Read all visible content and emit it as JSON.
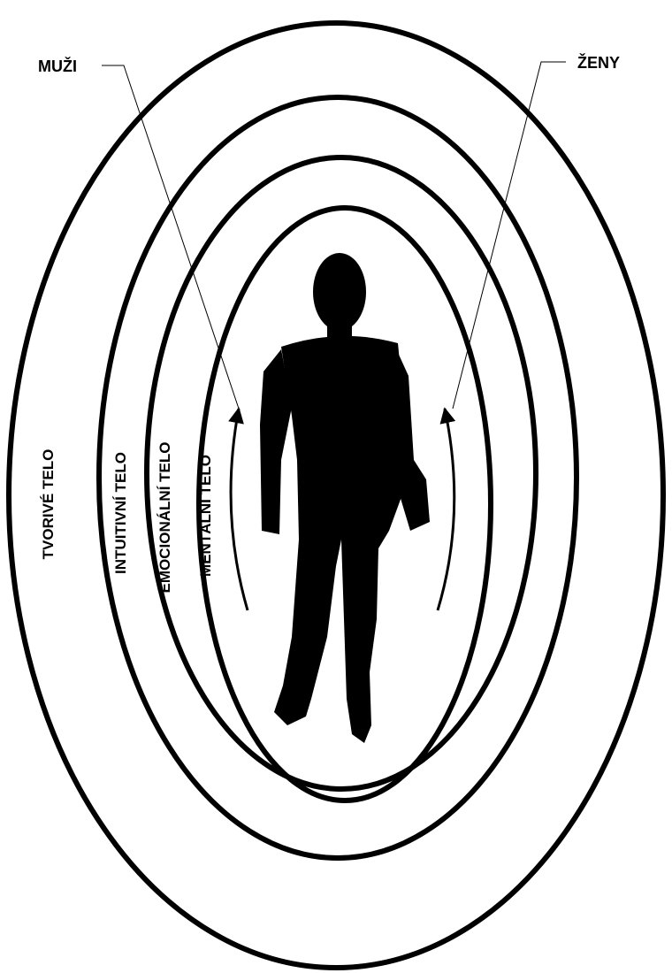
{
  "labels": {
    "men": "MUŽI",
    "women": "ŽENY",
    "creative_body": "TVORIVÉ TELO",
    "intuitive_body": "INTUITIVNÍ TELO",
    "emotional_body": "EMOCIONÁLNÍ TELO",
    "mental_body": "MENTÁLNÍ TELO"
  },
  "colors": {
    "ink": "#000000",
    "background": "#ffffff"
  }
}
